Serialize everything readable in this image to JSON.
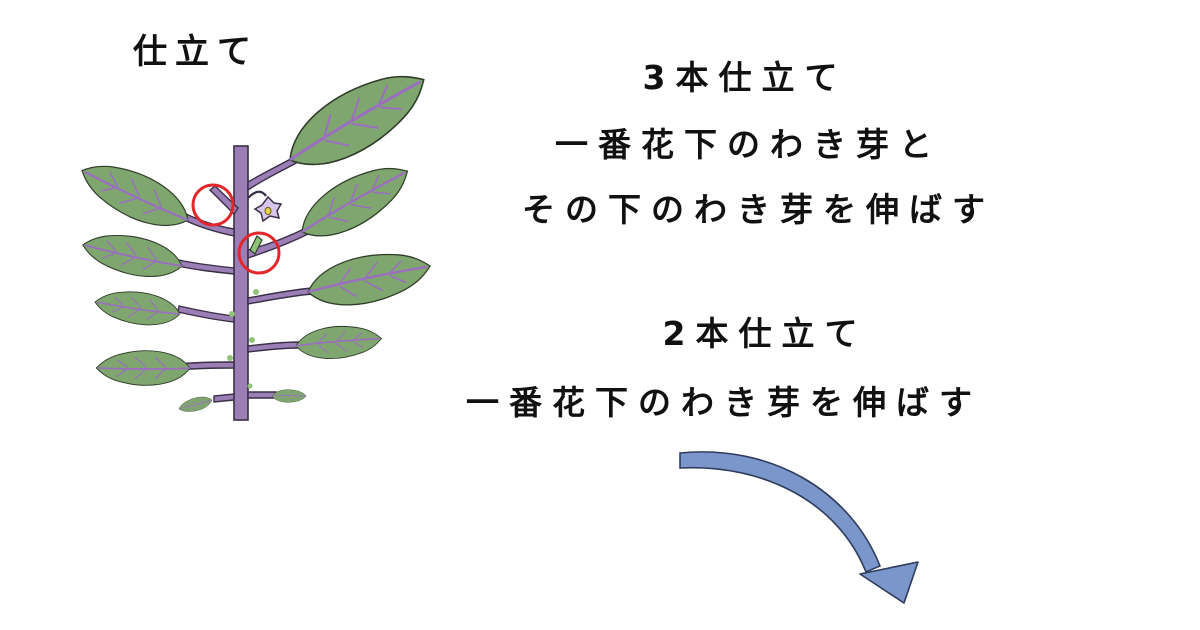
{
  "title": "仕立て",
  "sections": [
    {
      "lines": [
        "3本仕立て",
        "一番花下のわき芽と",
        "その下のわき芽を伸ばす"
      ]
    },
    {
      "lines": [
        "2本仕立て",
        "一番花下のわき芽を伸ばす"
      ]
    }
  ],
  "colors": {
    "stem": "#9b7eb6",
    "stem_outline": "#3a2f45",
    "leaf": "#7fa66e",
    "leaf_vein": "#9b6fc0",
    "flower": "#d9c6ec",
    "flower_center": "#e4d24a",
    "circle": "#e2262b",
    "arrow": "#7b96cb",
    "arrow_outline": "#2f3d5c",
    "bud": "#8fc27a"
  },
  "icons": [
    "plant-illustration",
    "red-circle-marker",
    "curved-arrow-icon"
  ]
}
